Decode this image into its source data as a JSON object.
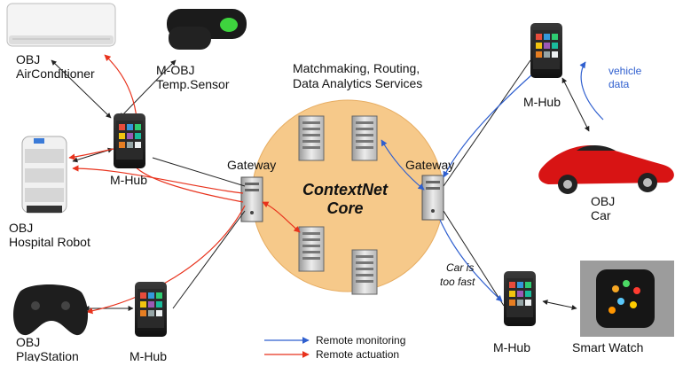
{
  "core": {
    "title_line1": "ContextNet",
    "title_line2": "Core",
    "services_line1": "Matchmaking, Routing,",
    "services_line2": "Data Analytics Services"
  },
  "gateways": {
    "left_label": "Gateway",
    "right_label": "Gateway"
  },
  "hubs": {
    "left_top": "M-Hub",
    "left_bottom": "M-Hub",
    "right_top": "M-Hub",
    "right_bottom": "M-Hub"
  },
  "objects": {
    "air_conditioner": {
      "line1": "OBJ",
      "line2": "AirConditioner"
    },
    "temp_sensor": {
      "line1": "M-OBJ",
      "line2": "Temp.Sensor"
    },
    "hospital_robot": {
      "line1": "OBJ",
      "line2": "Hospital Robot"
    },
    "playstation": {
      "line1": "OBJ",
      "line2": "PlayStation"
    },
    "car": {
      "line1": "OBJ",
      "line2": "Car"
    },
    "smart_watch": {
      "line1": "Smart Watch"
    }
  },
  "annotations": {
    "vehicle_line1": "vehicle",
    "vehicle_line2": "data",
    "car_fast_line1": "Car is",
    "car_fast_line2": "too fast"
  },
  "legend": {
    "monitoring": "Remote monitoring",
    "actuation": "Remote actuation"
  },
  "colors": {
    "core_fill": "#f6c98a",
    "monitoring": "#2f5fcf",
    "actuation": "#e8321c",
    "link": "#222222",
    "car_body": "#d81414"
  }
}
